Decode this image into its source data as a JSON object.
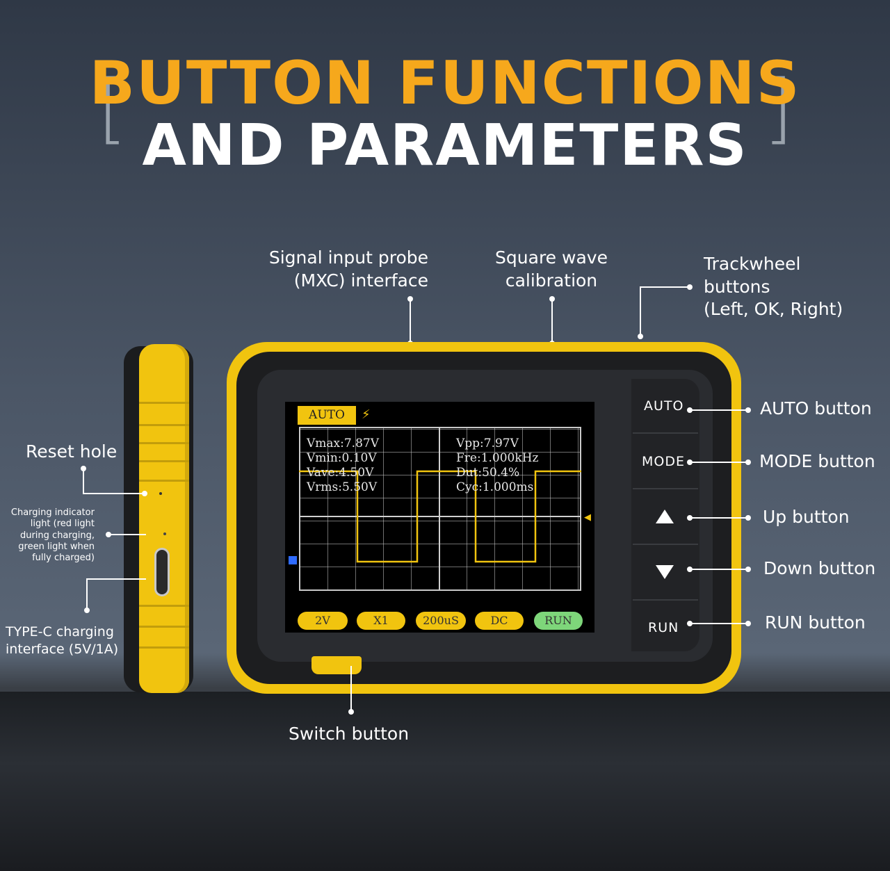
{
  "heading": {
    "line1": "BUTTON FUNCTIONS",
    "line2": "AND PARAMETERS",
    "bracket_left": "[",
    "bracket_right": "]"
  },
  "callouts": {
    "signal_input": "Signal input probe\n(MXC) interface",
    "square_wave": "Square wave\ncalibration",
    "trackwheel": "Trackwheel\nbuttons\n(Left, OK, Right)",
    "auto_button": "AUTO button",
    "mode_button": "MODE button",
    "up_button": "Up button",
    "down_button": "Down button",
    "run_button": "RUN button",
    "switch_button": "Switch button",
    "reset_hole": "Reset hole",
    "charging_indicator": "Charging indicator\nlight (red light\nduring charging,\ngreen light when\nfully charged)",
    "type_c": "TYPE-C charging\ninterface (5V/1A)"
  },
  "device_buttons": {
    "auto": "AUTO",
    "mode": "MODE",
    "run": "RUN"
  },
  "screen": {
    "mode_tag": "AUTO",
    "left_measurements": [
      "Vmax:7.87V",
      "Vmin:0.10V",
      "Vave:4.50V",
      "Vrms:5.50V"
    ],
    "right_measurements": [
      "Vpp:7.97V",
      "Fre:1.000kHz",
      "Dut:50.4%",
      "Cyc:1.000ms"
    ],
    "footer": [
      "2V",
      "X1",
      "200uS",
      "DC",
      "RUN"
    ],
    "trace_color": "#f1c40f",
    "run_color": "#7ed67a"
  },
  "colors": {
    "accent": "#f6a81c",
    "device_yellow": "#f1c40f"
  }
}
